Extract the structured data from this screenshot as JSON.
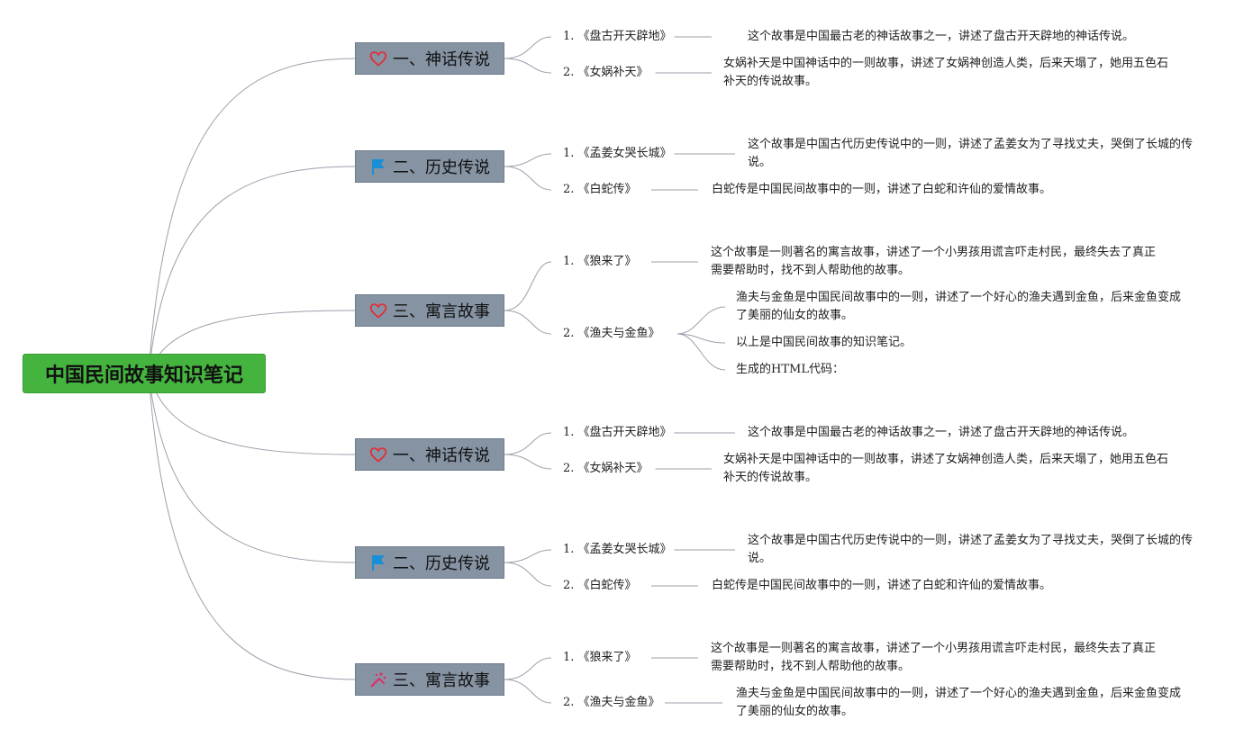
{
  "root": {
    "title": "中国民间故事知识笔记"
  },
  "colors": {
    "root": "#45b43f",
    "topic": "#8593a3",
    "line": "#9aa0aa",
    "heart": "#e0303a",
    "flag": "#1a8fd6",
    "party": "#e0306a"
  },
  "topics": [
    {
      "icon": "heart-icon",
      "label": "一、神话传说",
      "items": [
        {
          "label": "1. 《盘古开天辟地》",
          "desc": [
            "这个故事是中国最古老的神话故事之一，讲述了盘古开天辟地的神话传说。"
          ]
        },
        {
          "label": "2. 《女娲补天》",
          "desc": [
            "女娲补天是中国神话中的一则故事，讲述了女娲神创造人类，后来天塌了，她用五色石补天的传说故事。"
          ]
        }
      ]
    },
    {
      "icon": "flag-icon",
      "label": "二、历史传说",
      "items": [
        {
          "label": "1. 《孟姜女哭长城》",
          "desc": [
            "这个故事是中国古代历史传说中的一则，讲述了孟姜女为了寻找丈夫，哭倒了长城的传说。"
          ]
        },
        {
          "label": "2. 《白蛇传》",
          "desc": [
            "白蛇传是中国民间故事中的一则，讲述了白蛇和许仙的爱情故事。"
          ]
        }
      ]
    },
    {
      "icon": "heart-icon",
      "label": "三、寓言故事",
      "items": [
        {
          "label": "1. 《狼来了》",
          "desc": [
            "这个故事是一则著名的寓言故事，讲述了一个小男孩用谎言吓走村民，最终失去了真正需要帮助时，找不到人帮助他的故事。"
          ]
        },
        {
          "label": "2. 《渔夫与金鱼》",
          "desc": [
            "渔夫与金鱼是中国民间故事中的一则，讲述了一个好心的渔夫遇到金鱼，后来金鱼变成了美丽的仙女的故事。",
            "以上是中国民间故事的知识笔记。",
            "生成的HTML代码："
          ]
        }
      ]
    },
    {
      "icon": "heart-icon",
      "label": "一、神话传说",
      "items": [
        {
          "label": "1. 《盘古开天辟地》",
          "desc": [
            "这个故事是中国最古老的神话故事之一，讲述了盘古开天辟地的神话传说。"
          ]
        },
        {
          "label": "2. 《女娲补天》",
          "desc": [
            "女娲补天是中国神话中的一则故事，讲述了女娲神创造人类，后来天塌了，她用五色石补天的传说故事。"
          ]
        }
      ]
    },
    {
      "icon": "flag-icon",
      "label": "二、历史传说",
      "items": [
        {
          "label": "1. 《孟姜女哭长城》",
          "desc": [
            "这个故事是中国古代历史传说中的一则，讲述了孟姜女为了寻找丈夫，哭倒了长城的传说。"
          ]
        },
        {
          "label": "2. 《白蛇传》",
          "desc": [
            "白蛇传是中国民间故事中的一则，讲述了白蛇和许仙的爱情故事。"
          ]
        }
      ]
    },
    {
      "icon": "party-icon",
      "label": "三、寓言故事",
      "items": [
        {
          "label": "1. 《狼来了》",
          "desc": [
            "这个故事是一则著名的寓言故事，讲述了一个小男孩用谎言吓走村民，最终失去了真正需要帮助时，找不到人帮助他的故事。"
          ]
        },
        {
          "label": "2. 《渔夫与金鱼》",
          "desc": [
            "渔夫与金鱼是中国民间故事中的一则，讲述了一个好心的渔夫遇到金鱼，后来金鱼变成了美丽的仙女的故事。"
          ]
        }
      ]
    }
  ]
}
